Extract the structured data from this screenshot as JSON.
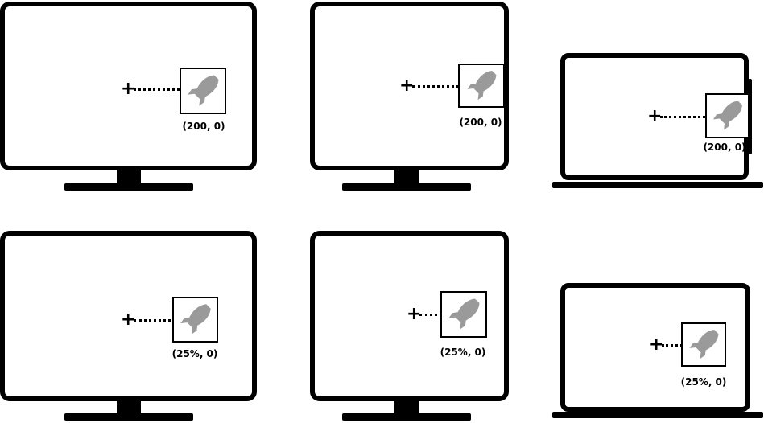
{
  "rows": [
    {
      "row": "absolute",
      "label": "(200, 0)",
      "icon": "rocket-icon"
    },
    {
      "row": "percentage",
      "label": "(25%, 0)",
      "icon": "rocket-icon"
    }
  ],
  "colors": {
    "outline": "#000000",
    "rocket": "#9a9a9a",
    "background": "#ffffff"
  }
}
